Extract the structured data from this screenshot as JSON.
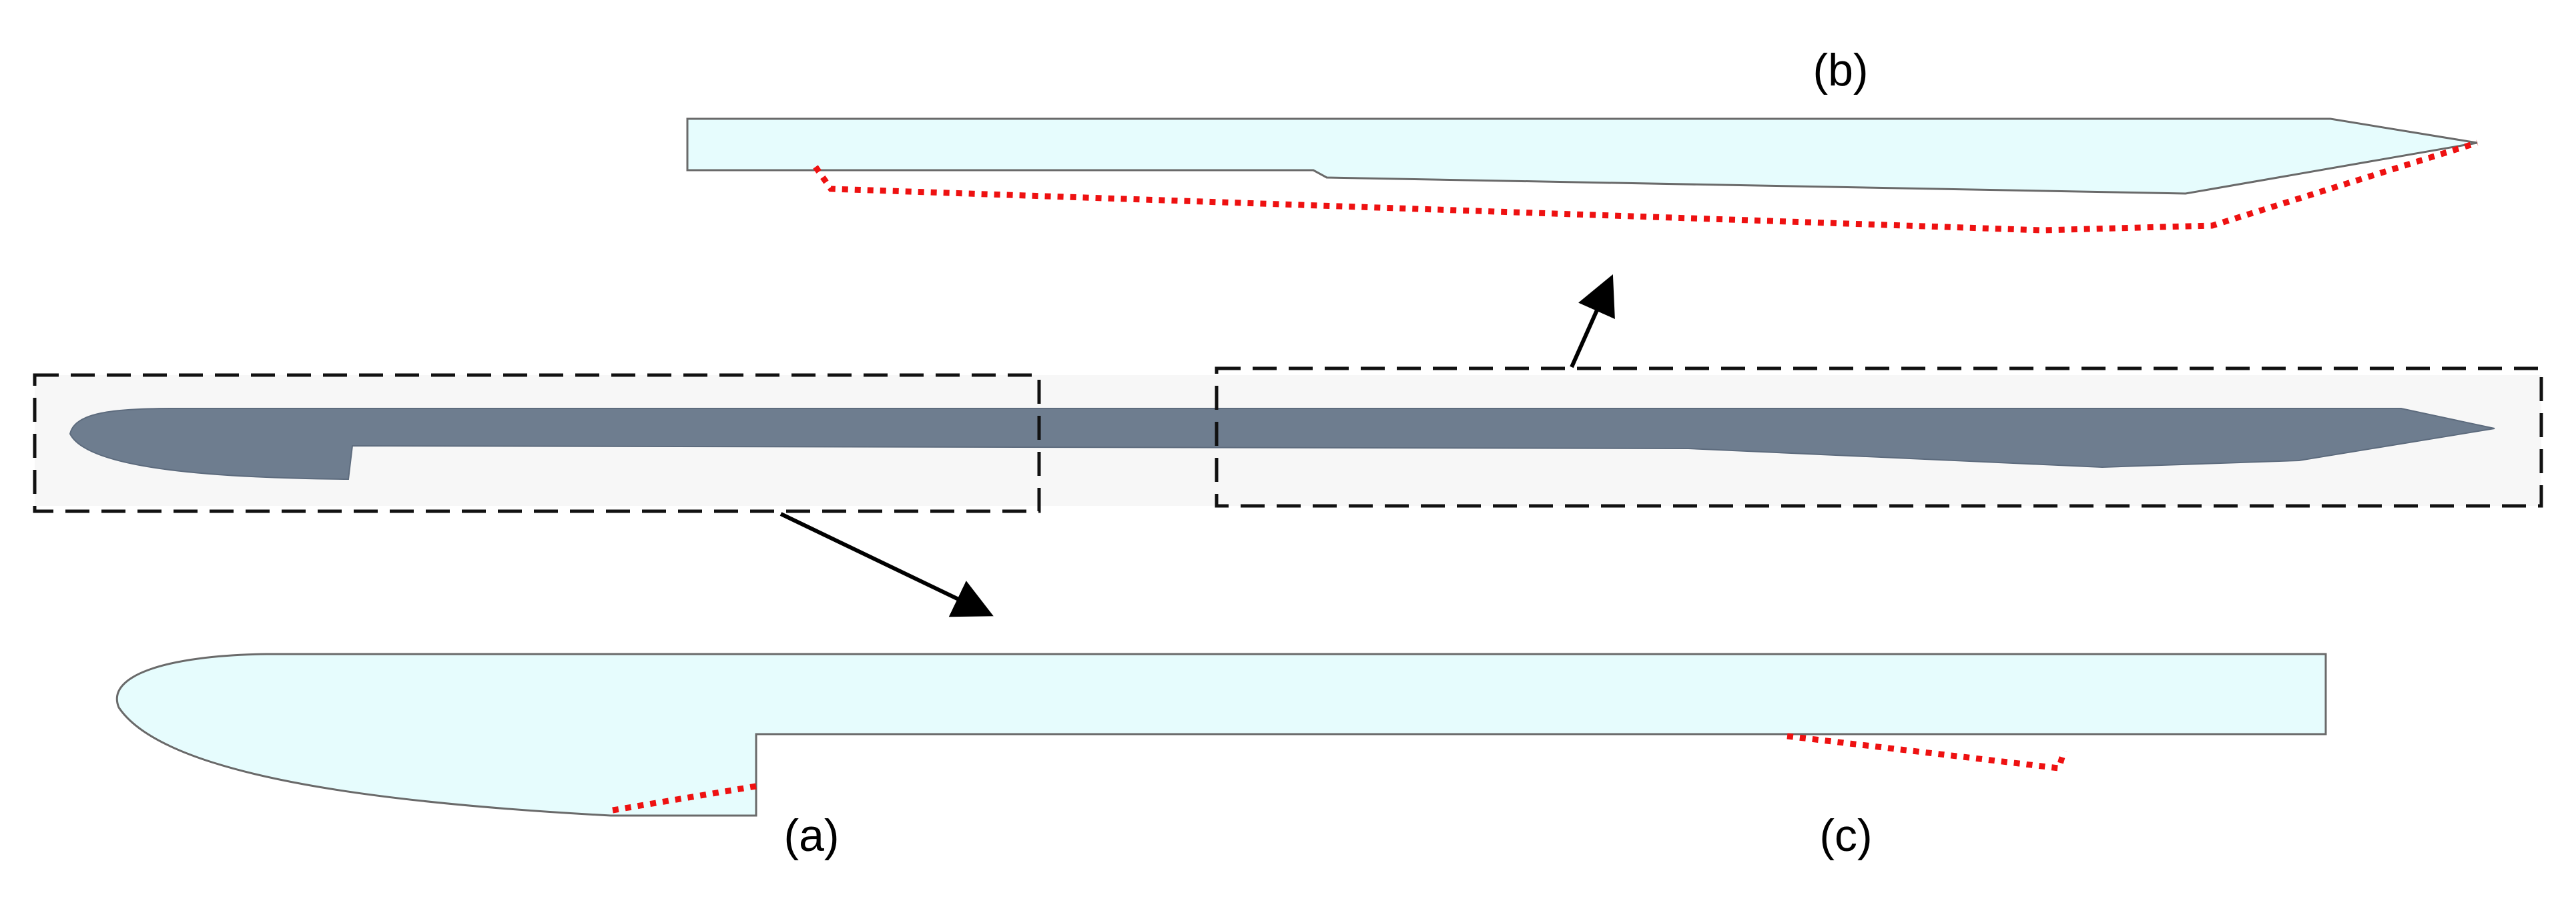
{
  "labels": {
    "a": "(a)",
    "b": "(b)",
    "c": "(c)"
  },
  "colors": {
    "profile_fill": "#6e7d8f",
    "profile_stroke": "#5e6c7e",
    "zoom_fill": "#e6fcfd",
    "zoom_stroke": "#6a6a6a",
    "highlight_dotted": "#ee1111",
    "dashed_box": "#111111",
    "box_background": "#f7f7f7",
    "arrow": "#000000"
  }
}
